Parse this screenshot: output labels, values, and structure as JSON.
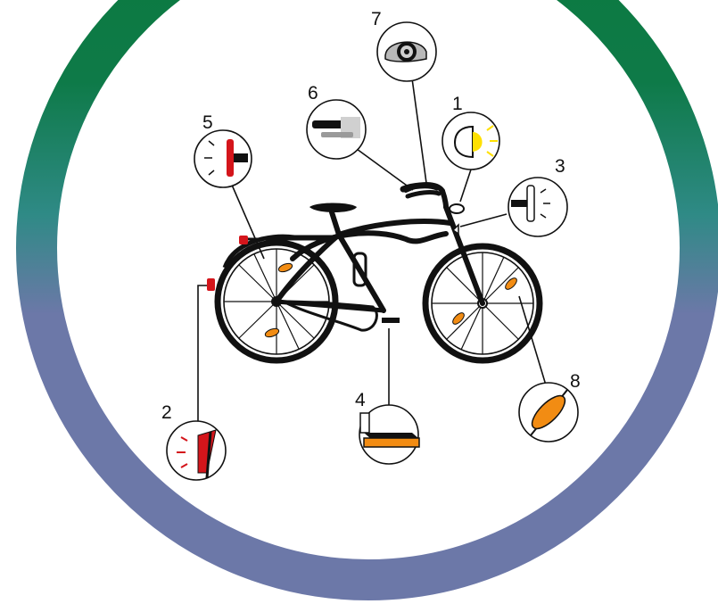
{
  "colors": {
    "ring_green": "#0b7a3e",
    "ring_teal": "#2f8a86",
    "ring_blue": "#6c78a8",
    "frame": "#111111",
    "reflector_orange": "#f28c13",
    "light_yellow": "#ffe000",
    "rear_red": "#d4151b"
  },
  "callouts": [
    {
      "number": "1",
      "icon": "front-light-icon"
    },
    {
      "number": "2",
      "icon": "rear-red-reflector-icon"
    },
    {
      "number": "3",
      "icon": "front-white-reflector-icon"
    },
    {
      "number": "4",
      "icon": "pedal-reflector-icon"
    },
    {
      "number": "5",
      "icon": "rear-red-light-icon"
    },
    {
      "number": "6",
      "icon": "handlebar-grip-icon"
    },
    {
      "number": "7",
      "icon": "bell-icon"
    },
    {
      "number": "8",
      "icon": "spoke-reflector-icon"
    }
  ]
}
